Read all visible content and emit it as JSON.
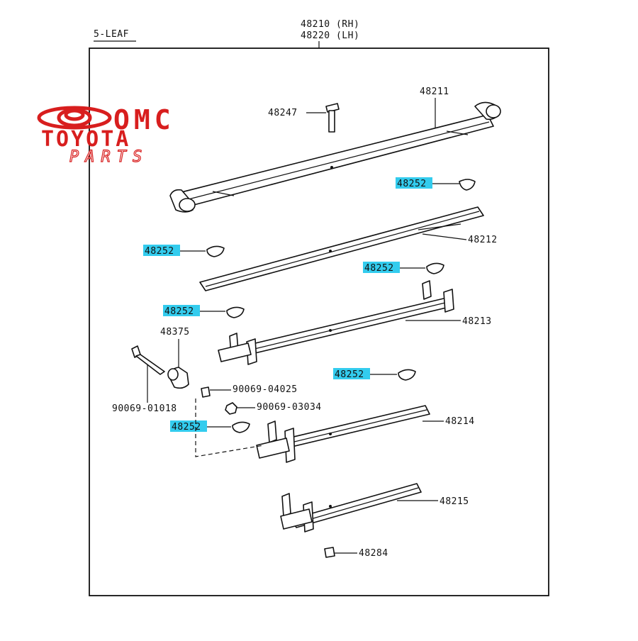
{
  "header": {
    "leaf_label": "5-LEAF",
    "assembly_rh": "48210 (RH)",
    "assembly_lh": "48220 (LH)"
  },
  "watermark": {
    "line1": "OMC",
    "line2": "TOYOTA",
    "line3": "PARTS",
    "color": "#d81e1e"
  },
  "parts": {
    "p48211": "48211",
    "p48247": "48247",
    "p48212": "48212",
    "p48213": "48213",
    "p48214": "48214",
    "p48215": "48215",
    "p48284": "48284",
    "p48375": "48375",
    "p90069_04025": "90069-04025",
    "p90069_03034": "90069-03034",
    "p90069_01018": "90069-01018",
    "p48252": "48252"
  },
  "colors": {
    "highlight": "#33ccee",
    "line": "#111111"
  }
}
